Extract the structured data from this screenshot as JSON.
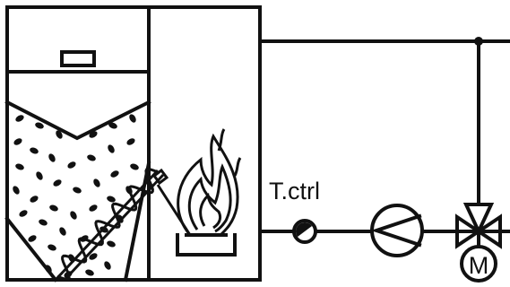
{
  "diagram": {
    "components": {
      "pellet_silo": "pellet-silo",
      "auger": "feed-auger",
      "burner": "burner-flame",
      "temperature_sensor": "temperature-sensor",
      "pump": "circulation-pump",
      "mixing_valve": "three-way-valve",
      "motor": "valve-motor"
    },
    "labels": {
      "sensor": "T.ctrl",
      "motor": "M"
    },
    "colors": {
      "stroke": "#111111",
      "background": "#ffffff"
    }
  }
}
